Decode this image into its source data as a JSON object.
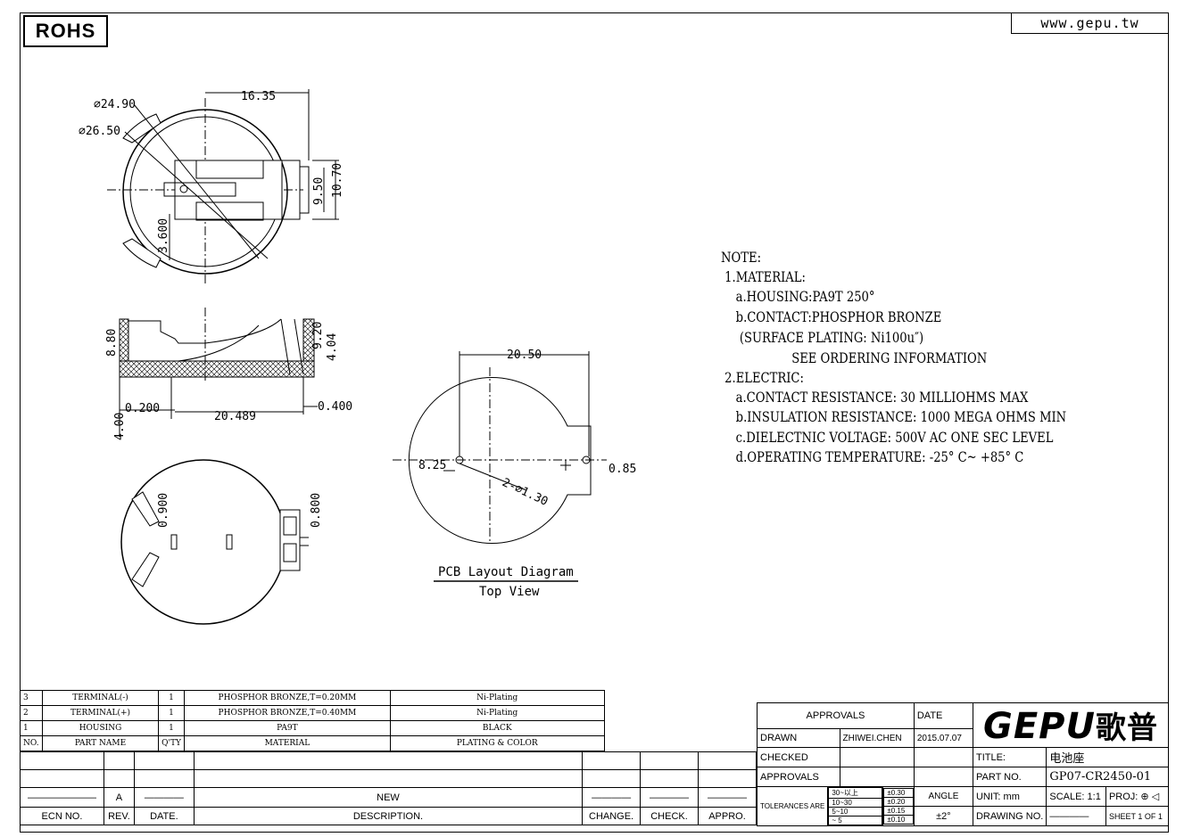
{
  "header": {
    "rohs": "ROHS",
    "website": "www.gepu.tw"
  },
  "top_view_dims": {
    "d1": "∅24.90",
    "d2": "∅26.50",
    "w": "16.35",
    "h1": "9.50",
    "h2": "10.70",
    "r": "3.600"
  },
  "side_view_dims": {
    "h_left": "8.80",
    "h_right1": "9.20",
    "h_right2": "4.04",
    "b1": "0.200",
    "b2": "20.489",
    "b3": "0.400",
    "b4": "4.00"
  },
  "bottom_view_dims": {
    "a": "0.900",
    "b": "0.800"
  },
  "pcb": {
    "w": "20.50",
    "left": "8.25",
    "right": "0.85",
    "hole": "2-∅1.30",
    "title": "PCB Layout Diagram",
    "subtitle": "Top View"
  },
  "notes": [
    "NOTE:",
    " 1.MATERIAL:",
    "    a.HOUSING:PA9T 250°",
    "    b.CONTACT:PHOSPHOR BRONZE",
    "     (SURFACE PLATING: Ni100u″)",
    "                   SEE ORDERING INFORMATION",
    " 2.ELECTRIC:",
    "    a.CONTACT RESISTANCE: 30 MILLIOHMS MAX",
    "    b.INSULATION RESISTANCE: 1000 MEGA OHMS MIN",
    "    c.DIELECTNIC VOLTAGE: 500V AC ONE SEC LEVEL",
    "    d.OPERATING TEMPERATURE: -25° C~ +85° C"
  ],
  "bom": {
    "rows": [
      [
        "3",
        "TERMINAL(-)",
        "1",
        "PHOSPHOR BRONZE,T=0.20MM",
        "Ni-Plating"
      ],
      [
        "2",
        "TERMINAL(+)",
        "1",
        "PHOSPHOR BRONZE,T=0.40MM",
        "Ni-Plating"
      ],
      [
        "1",
        "HOUSING",
        "1",
        "PA9T",
        "BLACK"
      ]
    ],
    "header": [
      "NO.",
      "PART NAME",
      "Q'TY",
      "MATERIAL",
      "PLATING & COLOR"
    ]
  },
  "revision": {
    "row_rev": "A",
    "row_desc": "NEW",
    "header": [
      "ECN NO.",
      "REV.",
      "DATE.",
      "DESCRIPTION.",
      "CHANGE.",
      "CHECK.",
      "APPRO."
    ]
  },
  "titleblock": {
    "approvals": "APPROVALS",
    "date": "DATE",
    "drawn": "DRAWN",
    "drawn_by": "ZHIWEI.CHEN",
    "drawn_date": "2015.07.07",
    "checked": "CHECKED",
    "approvals2": "APPROVALS",
    "logo": "GEPU",
    "logo_cn": "歌普",
    "title_label": "TITLE:",
    "title": "电池座",
    "part_label": "PART NO.",
    "part": "GP07-CR2450-01",
    "tol_label": "TOLERANCES ARE",
    "tol": [
      [
        "30~以上",
        "±0.30"
      ],
      [
        "10~30",
        "±0.20"
      ],
      [
        "5~10",
        "±0.15"
      ],
      [
        "~ 5",
        "±0.10"
      ]
    ],
    "angle_label": "ANGLE",
    "angle": "±2°",
    "unit": "UNIT: mm",
    "scale": "SCALE:  1:1",
    "proj": "PROJ:",
    "drawing_no": "DRAWING NO.",
    "sheet": "SHEET   1  OF  1"
  }
}
